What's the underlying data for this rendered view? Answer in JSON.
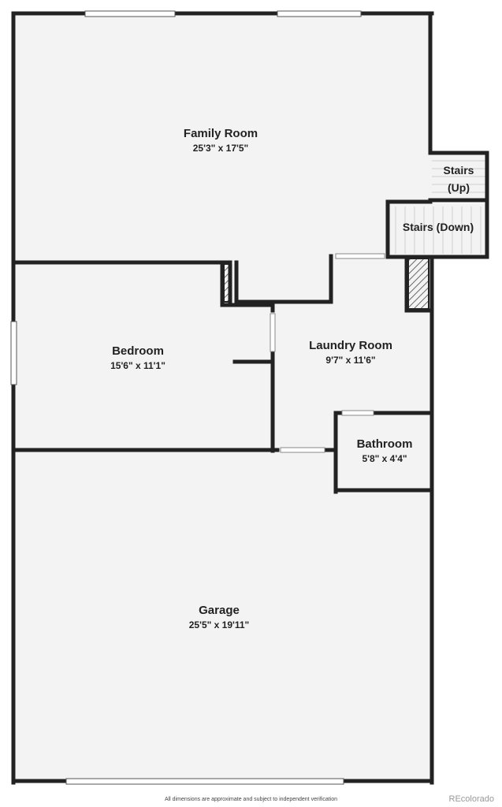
{
  "rooms": {
    "family_room": {
      "name": "Family Room",
      "dims": "25'3\" x 17'5\""
    },
    "bedroom": {
      "name": "Bedroom",
      "dims": "15'6\" x 11'1\""
    },
    "laundry_room": {
      "name": "Laundry Room",
      "dims": "9'7\" x 11'6\""
    },
    "bathroom": {
      "name": "Bathroom",
      "dims": "5'8\" x 4'4\""
    },
    "garage": {
      "name": "Garage",
      "dims": "25'5\" x 19'11\""
    }
  },
  "stairs": {
    "up_line1": "Stairs",
    "up_line2": "(Up)",
    "down": "Stairs (Down)"
  },
  "footer": {
    "disclaimer": "All dimensions are approximate and subject to independent verification",
    "watermark": "REcolorado"
  },
  "colors": {
    "wall": "#222222",
    "floor": "#f3f3f3",
    "window": "#ffffff",
    "background": "#ffffff"
  }
}
